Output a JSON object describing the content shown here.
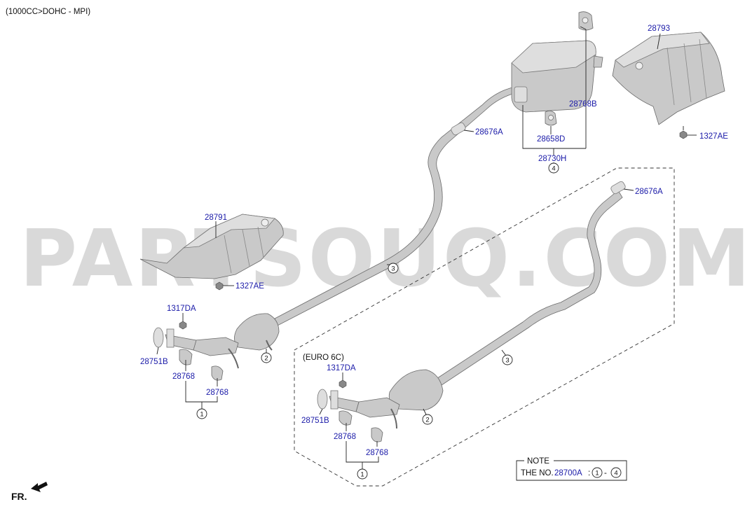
{
  "header": "(1000CC>DOHC - MPI)",
  "watermark": "PARTSOUQ.COM",
  "labels": {
    "p28793": "28793",
    "p28768B": "28768B",
    "p28658D": "28658D",
    "p28730H": "28730H",
    "p1327AE_top": "1327AE",
    "p28676A_top": "28676A",
    "p28676A_mid": "28676A",
    "p28791": "28791",
    "p1327AE_mid": "1327AE",
    "p1317DA_top": "1317DA",
    "p28751B_top": "28751B",
    "p28768_a": "28768",
    "p28768_b": "28768",
    "euro": "(EURO 6C)",
    "p1317DA_bot": "1317DA",
    "p28751B_bot": "28751B",
    "p28768_c": "28768",
    "p28768_d": "28768"
  },
  "callouts": {
    "c1_top": "1",
    "c2_top": "2",
    "c3_top": "3",
    "c4": "4",
    "c3_bot": "3",
    "c2_bot": "2",
    "c1_bot": "1"
  },
  "note": {
    "title": "NOTE",
    "prefix": "THE NO.",
    "part": "28700A",
    "sep": ":",
    "from": "1",
    "dash": "-",
    "to": "4"
  },
  "direction": "FR."
}
